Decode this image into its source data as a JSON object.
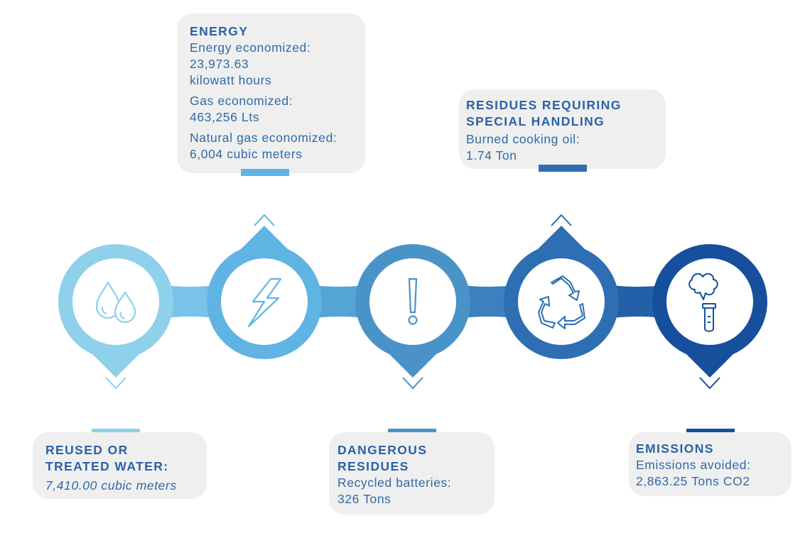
{
  "energy": {
    "title": "ENERGY",
    "lines": [
      "Energy economized:",
      "23,973.63",
      "kilowatt hours"
    ],
    "lines2": [
      "Gas economized:",
      "463,256 Lts"
    ],
    "lines3": [
      "Natural gas economized:",
      "6,004 cubic meters"
    ]
  },
  "residues_special": {
    "title": "RESIDUES REQUIRING\nSPECIAL HANDLING",
    "lines": [
      "Burned cooking oil:",
      "1.74 Ton"
    ]
  },
  "water": {
    "title": "REUSED OR\nTREATED WATER:",
    "value": "7,410.00 cubic meters"
  },
  "dangerous": {
    "title": "DANGEROUS\nRESIDUES",
    "lines": [
      "Recycled batteries:",
      "326 Tons"
    ]
  },
  "emissions": {
    "title": "EMISSIONS",
    "lines": [
      "Emissions avoided:",
      "2,863.25 Tons CO2"
    ]
  },
  "colors": {
    "water": "#8fd0ea",
    "energy": "#5fb4e4",
    "dangerous": "#4a93c8",
    "recycle": "#2e6eb3",
    "emissions": "#164f9c",
    "card_bg": "#efefef",
    "text": "#2a62a6"
  },
  "icons": [
    "water-drops-icon",
    "lightning-icon",
    "exclamation-icon",
    "recycle-icon",
    "factory-smoke-icon"
  ]
}
